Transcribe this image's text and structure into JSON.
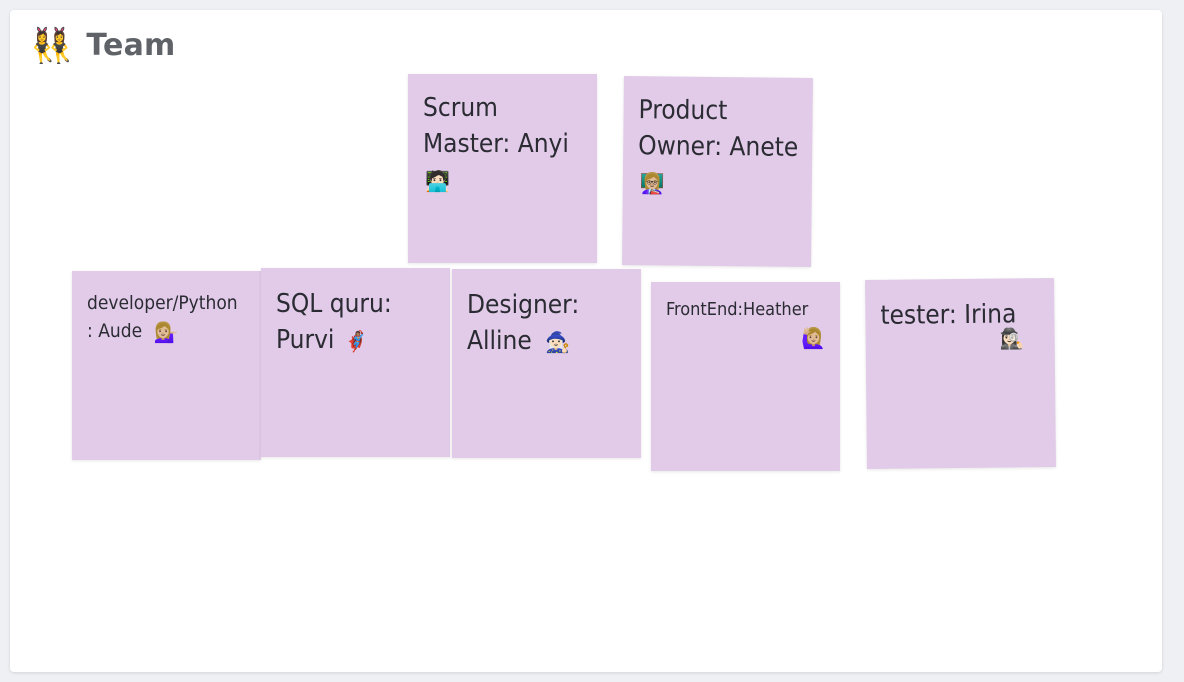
{
  "header": {
    "title": "Team",
    "icon": "two-dancing-women-icon",
    "icon_glyph": "👯‍♀️"
  },
  "notes": [
    {
      "text": "Scrum Master: Anyi",
      "emoji": "🧑🏻‍💻",
      "icon": "technologist-icon"
    },
    {
      "text": "Product Owner: Anete",
      "emoji": "👩🏼‍🏫",
      "icon": "teacher-icon"
    },
    {
      "text": "developer/Python : Aude",
      "emoji": "💁🏼‍♀️",
      "icon": "woman-tipping-hand-icon"
    },
    {
      "text": "SQL quru: Purvi",
      "emoji": "🦸🏽‍♀️",
      "icon": "superhero-icon"
    },
    {
      "text": "Designer: Alline",
      "emoji": "🧙🏻‍♀️",
      "icon": "mage-icon"
    },
    {
      "text": "FrontEnd:Heather",
      "emoji": "🙋🏼‍♀️",
      "icon": "woman-raising-hand-icon"
    },
    {
      "text": "tester: Irina",
      "emoji": "🕵🏻‍♀️",
      "icon": "detective-icon"
    }
  ],
  "colors": {
    "note_bg": "#e1cbe8",
    "title": "#5f6368",
    "note_text": "#2b2b33"
  }
}
